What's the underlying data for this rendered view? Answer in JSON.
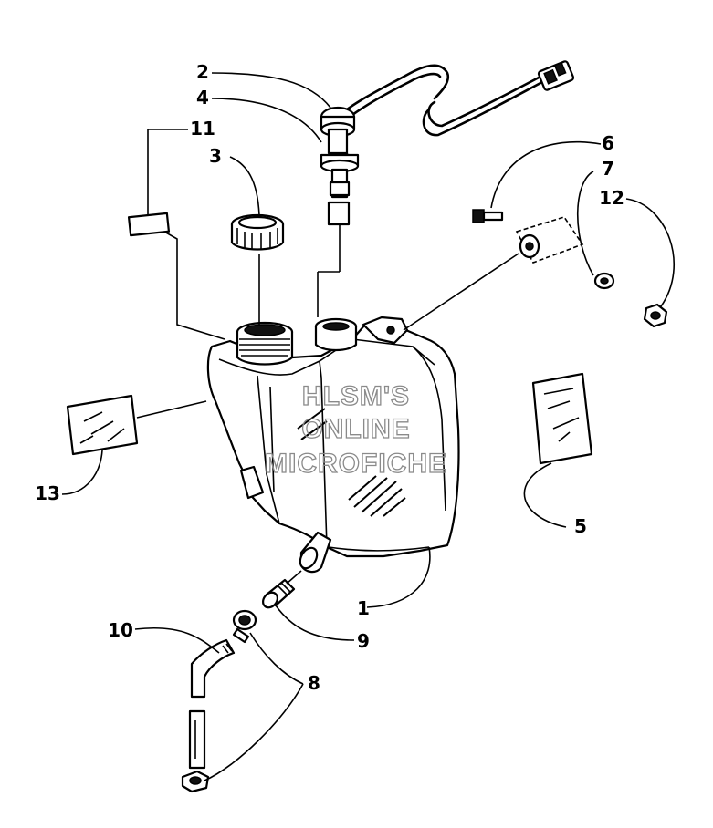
{
  "watermark": {
    "line1": "HLSM'S",
    "line2": "ONLINE",
    "line3": "MICROFICHE"
  },
  "callouts": {
    "c1": "1",
    "c2": "2",
    "c3": "3",
    "c4": "4",
    "c5": "5",
    "c6": "6",
    "c7": "7",
    "c8": "8",
    "c9": "9",
    "c10": "10",
    "c11": "11",
    "c12": "12",
    "c13": "13"
  }
}
